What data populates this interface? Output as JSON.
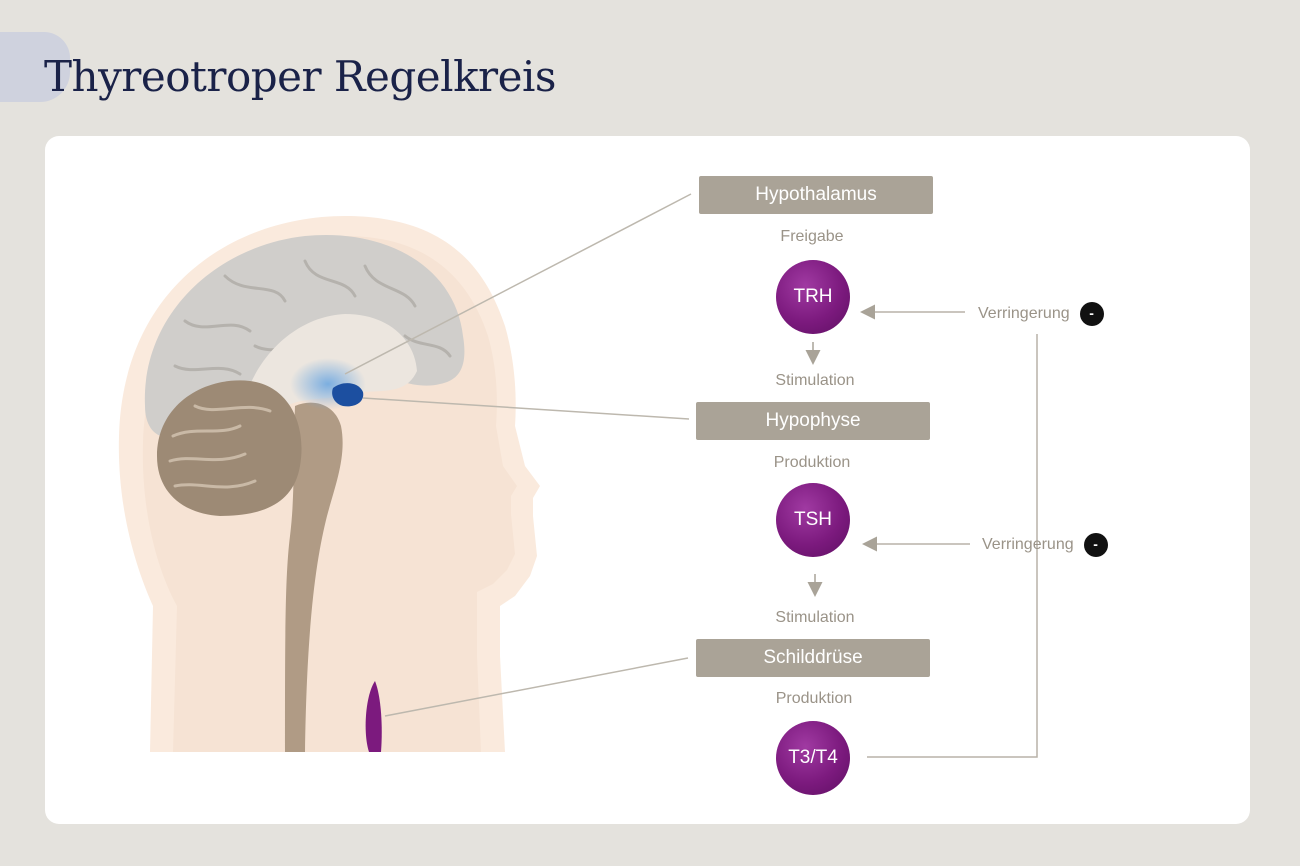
{
  "title": "Thyreotroper Regelkreis",
  "organs": {
    "hypothalamus": "Hypothalamus",
    "hypophyse": "Hypophyse",
    "schilddruese": "Schilddrüse"
  },
  "steps": {
    "freigabe": "Freigabe",
    "stimulation_1": "Stimulation",
    "produktion_1": "Produktion",
    "stimulation_2": "Stimulation",
    "produktion_2": "Produktion"
  },
  "hormones": {
    "trh": "TRH",
    "tsh": "TSH",
    "t3t4": "T3/T4"
  },
  "feedback": {
    "upper": {
      "label": "Verringerung",
      "sign": "-"
    },
    "lower": {
      "label": "Verringerung",
      "sign": "-"
    }
  },
  "colors": {
    "hormone_purple": "#7c1a7e",
    "label_box": "#aaa397",
    "title_navy": "#1a2248",
    "skin": "#f6e3d4",
    "brain_gray": "#d0cecb",
    "cerebellum_brown": "#9d8a75",
    "pituitary_blue": "#1c4fa0"
  }
}
